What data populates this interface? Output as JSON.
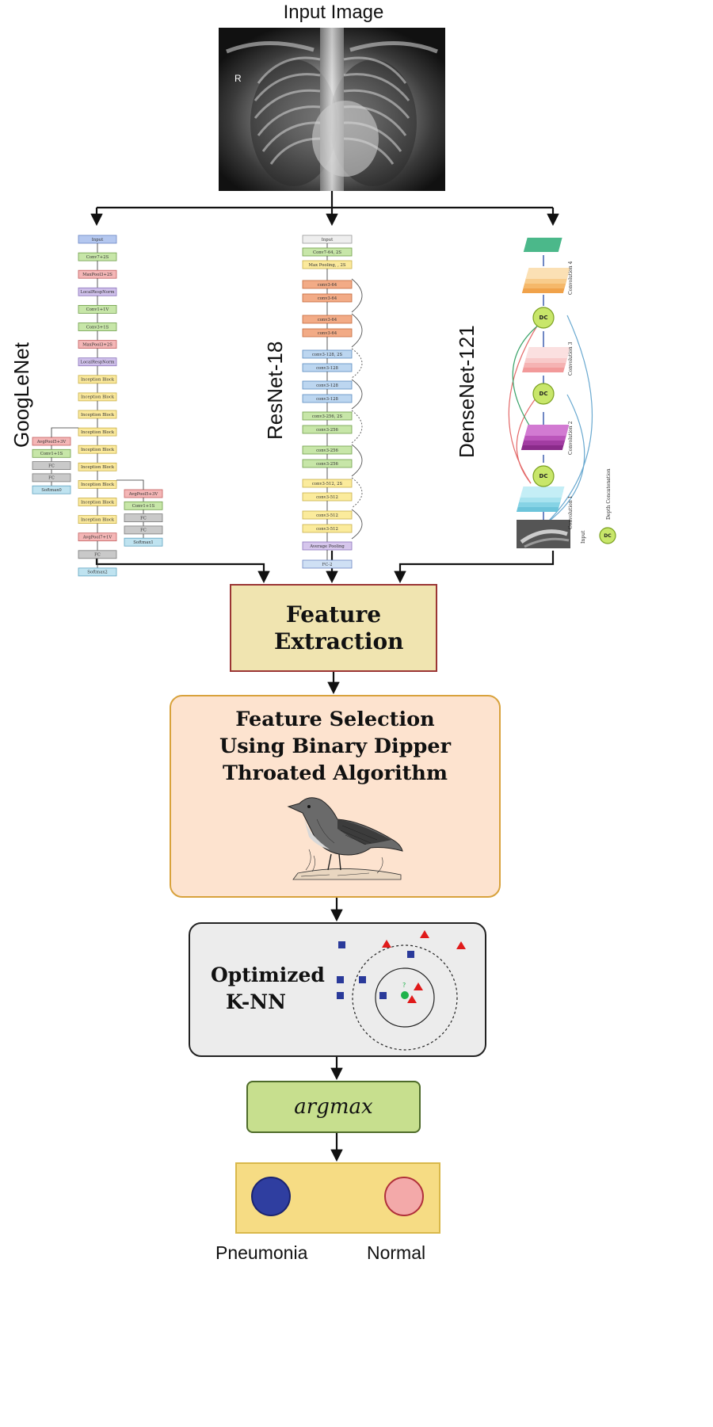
{
  "title": "Input Image",
  "xray_marker": "R",
  "networks": {
    "googlenet": {
      "label": "GoogLeNet",
      "main_column": [
        "Input",
        "Conv7+2S",
        "MaxPool3+2S",
        "LocalRespNorm",
        "Conv1+1V",
        "Conv3+1S",
        "MaxPool3+2S",
        "LocalRespNorm",
        "Inception Block",
        "Inception Block",
        "Inception Block",
        "Inception Block",
        "Inception Block",
        "Inception Block",
        "Inception Block",
        "Inception Block",
        "Inception Block",
        "AvgPool7+1V",
        "FC",
        "Softmax2"
      ],
      "aux1": [
        "AvgPool5+3V",
        "Conv1+1S",
        "FC",
        "FC",
        "Softmax0"
      ],
      "aux2": [
        "AvgPool5+3V",
        "Conv1+1S",
        "FC",
        "FC",
        "Softmax1"
      ]
    },
    "resnet": {
      "label": "ResNet-18",
      "layers": [
        "Input",
        "Conv7-64, 2S",
        "Max Pooling, , 2S",
        "conv3-64",
        "conv3-64",
        "conv3-64",
        "conv3-64",
        "conv3-128, 2S",
        "conv3-128",
        "conv3-128",
        "conv3-128",
        "conv3-256, 2S",
        "conv3-256",
        "conv3-256",
        "conv3-256",
        "conv3-512, 2S",
        "conv3-512",
        "conv3-512",
        "conv3-512",
        "Average Pooling",
        "FC-2"
      ]
    },
    "densenet": {
      "label": "DenseNet-121",
      "conv_labels": [
        "Convolution 1",
        "Convolution 2",
        "Convolution 3",
        "Convolution 4"
      ],
      "dc_label": "DC",
      "input_label": "Input",
      "legend_label": "Depth Concatenation"
    }
  },
  "feature_extraction": "Feature Extraction",
  "feature_selection": "Feature Selection Using Binary Dipper Throated Algorithm",
  "knn": {
    "label": "Optimized K-NN",
    "query_mark": "?"
  },
  "argmax": "argmax",
  "outputs": {
    "pneumonia": "Pneumonia",
    "normal": "Normal"
  },
  "colors": {
    "pneumonia": "#2f3ea0",
    "normal": "#f3a9a9",
    "feature_extraction_bg": "#f0e4b0",
    "feature_selection_bg": "#fde3cf",
    "knn_bg": "#ececec",
    "argmax_bg": "#c7df8e",
    "output_bg": "#f6dc84"
  }
}
